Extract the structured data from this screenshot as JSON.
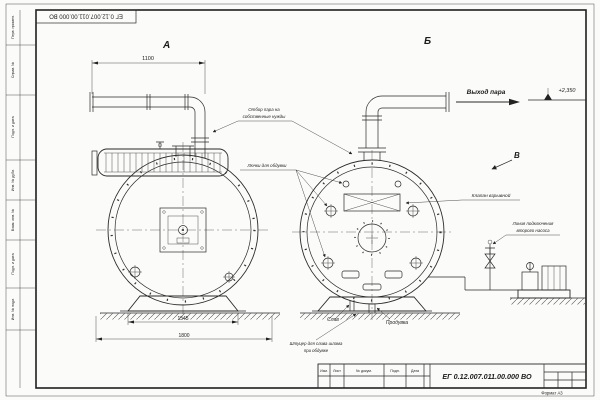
{
  "sheet": {
    "code": "ЕГ 0.12.007.011.00.000  ВО",
    "format_label": "Формат А3",
    "stamp_columns": [
      "Изм.",
      "Лист",
      "№ докум.",
      "Подп.",
      "Дата"
    ],
    "side_labels": [
      "Перв. примен.",
      "Справ. №",
      "Подп. и дата",
      "Инв. № дубл.",
      "Взам. инв. №",
      "Подп. и дата",
      "Инв. № подл."
    ]
  },
  "views": {
    "a": "А",
    "b": "Б",
    "v": "В"
  },
  "dims": {
    "pipe_span": "1100",
    "support_span": "1545",
    "overall": "1800",
    "elevation": "+2,350"
  },
  "labels": {
    "steam_out": "Выход пара",
    "own_needs_1": "Отбор пара на",
    "own_needs_2": "собственные нужды",
    "hatches": "Лючки для обдувки",
    "explosion_valve": "Клапан взрывной",
    "pump_line_1": "Линия подключения",
    "pump_line_2": "второго насоса",
    "drain": "Слив",
    "blowdown": "Продувка",
    "sludge_1": "Штуцер для слива шлама",
    "sludge_2": "при обдувке"
  }
}
